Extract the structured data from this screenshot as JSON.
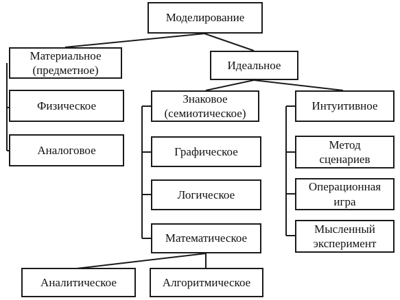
{
  "diagram": {
    "root": "Моделирование",
    "material": {
      "title": "Материальное\n(предметное)",
      "children": [
        "Физическое",
        "Аналоговое"
      ]
    },
    "ideal": {
      "title": "Идеальное",
      "sign": {
        "title": "Знаковое\n(семиотическое)",
        "children": [
          "Графическое",
          "Логическое",
          "Математическое"
        ],
        "math_children": [
          "Аналитическое",
          "Алгоритмическое"
        ]
      },
      "intuitive": {
        "title": "Интуитивное",
        "children": [
          "Метод\nсценариев",
          "Операционная\nигра",
          "Мысленный\nэксперимент"
        ]
      }
    }
  }
}
